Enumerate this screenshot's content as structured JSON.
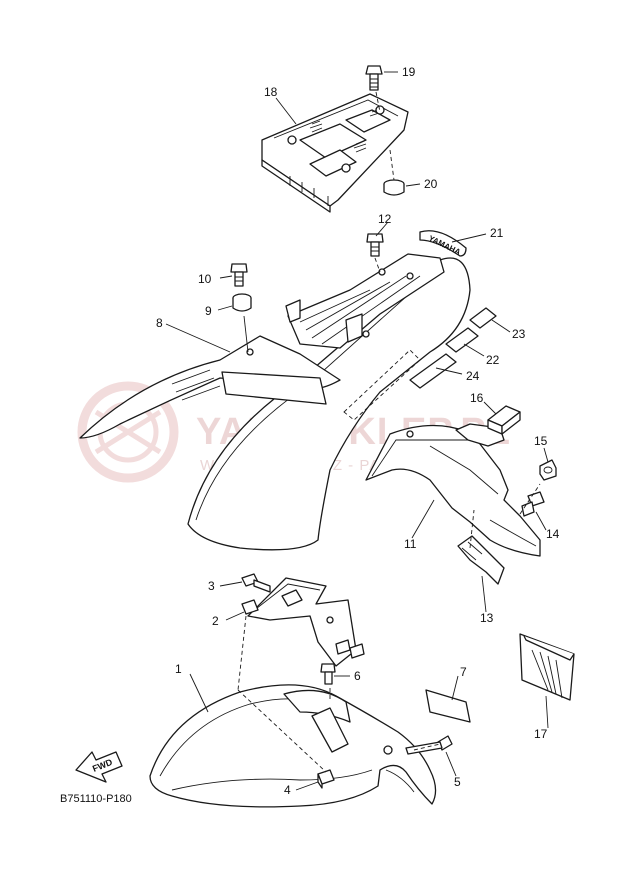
{
  "diagram": {
    "code": "B751110-P180",
    "fwd_label": "FWD",
    "decal_label": "YAMAHA",
    "watermark": {
      "text": "YAMA-SKLEP.PL",
      "subtext": "WOJCIECHOWICZ - PARTS YAMAHA",
      "color": "#e7c9c9"
    },
    "callouts": [
      "1",
      "2",
      "3",
      "4",
      "5",
      "6",
      "7",
      "8",
      "9",
      "10",
      "11",
      "12",
      "13",
      "14",
      "15",
      "16",
      "17",
      "18",
      "19",
      "20",
      "21",
      "22",
      "23",
      "24"
    ]
  }
}
